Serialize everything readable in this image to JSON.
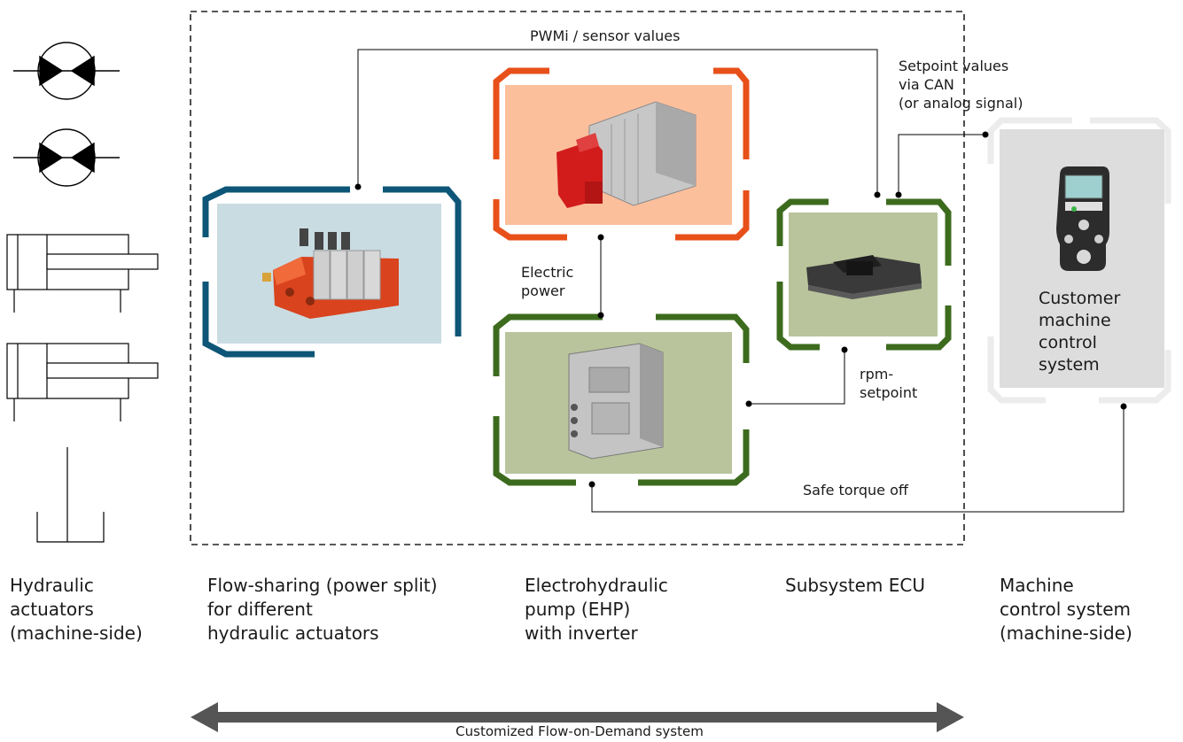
{
  "signals": {
    "pwmi": "PWMi / sensor values",
    "setpoint_can": "Setpoint values\nvia CAN\n(or analog signal)",
    "electric_power": "Electric\npower",
    "rpm_setpoint": "rpm-\nsetpoint",
    "safe_torque_off": "Safe torque off"
  },
  "customer_box_label": "Customer\nmachine\ncontrol\nsystem",
  "columns": {
    "hydraulic_actuators": "Hydraulic\nactuators\n(machine-side)",
    "flow_sharing": "Flow-sharing (power split)\nfor different\nhydraulic actuators",
    "ehp": "Electrohydraulic\npump (EHP)\nwith inverter",
    "ecu": "Subsystem ECU",
    "machine_control": "Machine\ncontrol system\n(machine-side)"
  },
  "system_span_label": "Customized Flow-on-Demand system",
  "colors": {
    "blue_frame": "#0d5677",
    "orange_frame": "#e8501a",
    "green_frame": "#3d6b1e",
    "grey_frame": "#ececec",
    "valve_bg": "#c9dce2",
    "motor_bg": "#fbbf9c",
    "ecu_bg": "#b9c49c",
    "inverter_bg": "#b9c49c",
    "customer_bg": "#dddddd"
  },
  "icons": [
    "hydraulic-motor-icon",
    "hydraulic-motor-icon",
    "hydraulic-cylinder-icon",
    "hydraulic-cylinder-icon",
    "hydraulic-tank-icon",
    "valve-block-icon",
    "electric-motor-pump-icon",
    "inverter-icon",
    "ecu-controller-icon",
    "joystick-control-panel-icon"
  ]
}
